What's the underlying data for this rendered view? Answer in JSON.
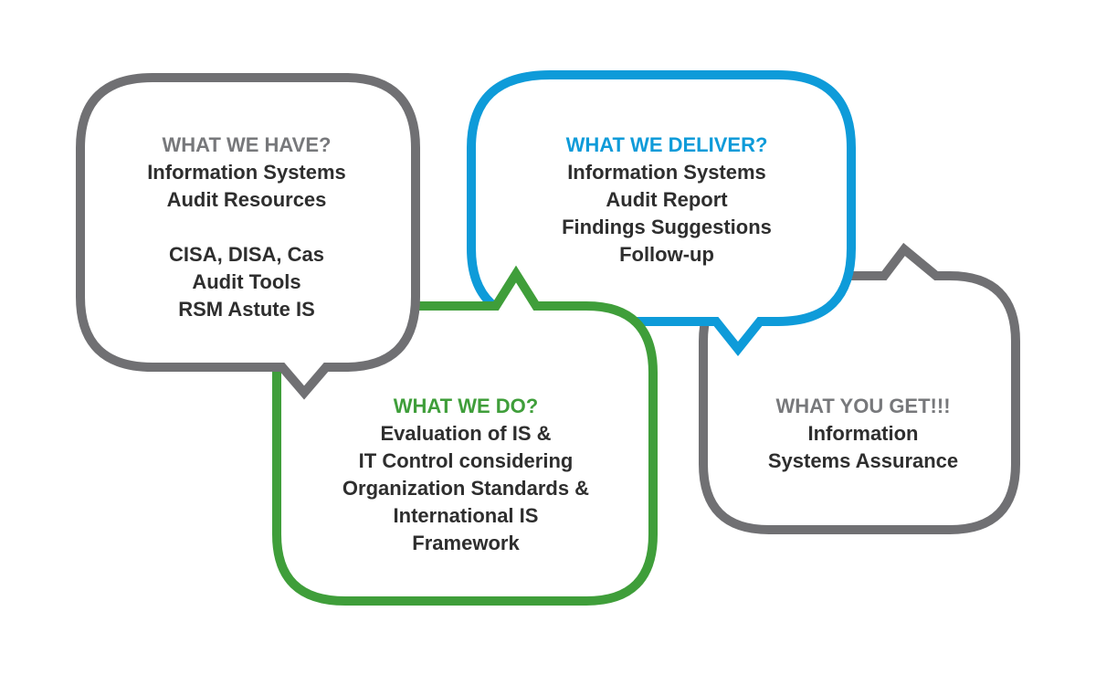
{
  "colors": {
    "gray": "#707073",
    "heading_gray": "#77787b",
    "blue": "#0e9bd9",
    "green": "#3f9e3a",
    "text": "#2e2e2e"
  },
  "bubbles": {
    "have": {
      "heading": "WHAT WE HAVE?",
      "lines": [
        "Information Systems",
        "Audit Resources",
        "",
        "CISA, DISA, Cas",
        "Audit Tools",
        "RSM Astute IS"
      ]
    },
    "deliver": {
      "heading": "WHAT WE DELIVER?",
      "lines": [
        "Information Systems",
        "Audit Report",
        "Findings Suggestions",
        "Follow-up"
      ]
    },
    "do": {
      "heading": "WHAT WE DO?",
      "lines": [
        "Evaluation of IS &",
        "IT Control considering",
        "Organization Standards &",
        "International IS",
        "Framework"
      ]
    },
    "get": {
      "heading": "WHAT YOU GET!!!",
      "lines": [
        "Information",
        "Systems Assurance"
      ]
    }
  }
}
